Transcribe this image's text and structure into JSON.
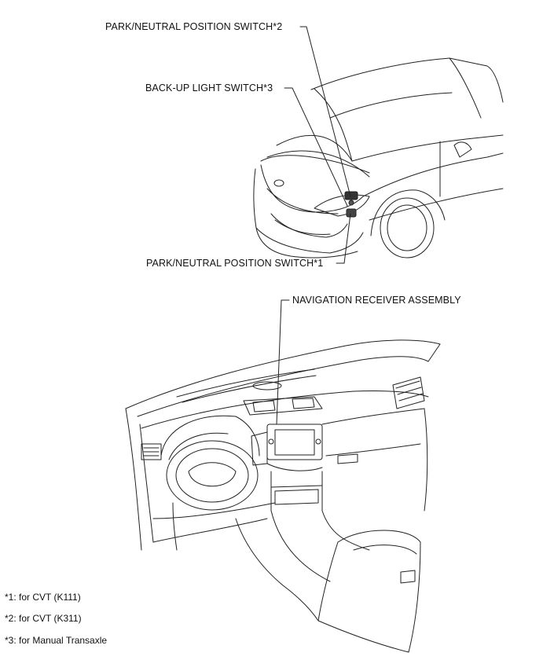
{
  "callouts": {
    "pn_switch_2": "PARK/NEUTRAL POSITION SWITCH*2",
    "backup_light_switch_3": "BACK-UP LIGHT SWITCH*3",
    "pn_switch_1": "PARK/NEUTRAL POSITION SWITCH*1",
    "navigation_receiver": "NAVIGATION RECEIVER ASSEMBLY"
  },
  "footnotes": [
    "*1: for CVT (K111)",
    "*2: for CVT (K311)",
    "*3: for Manual Transaxle"
  ],
  "colors": {
    "line": "#222222",
    "background": "#ffffff"
  }
}
